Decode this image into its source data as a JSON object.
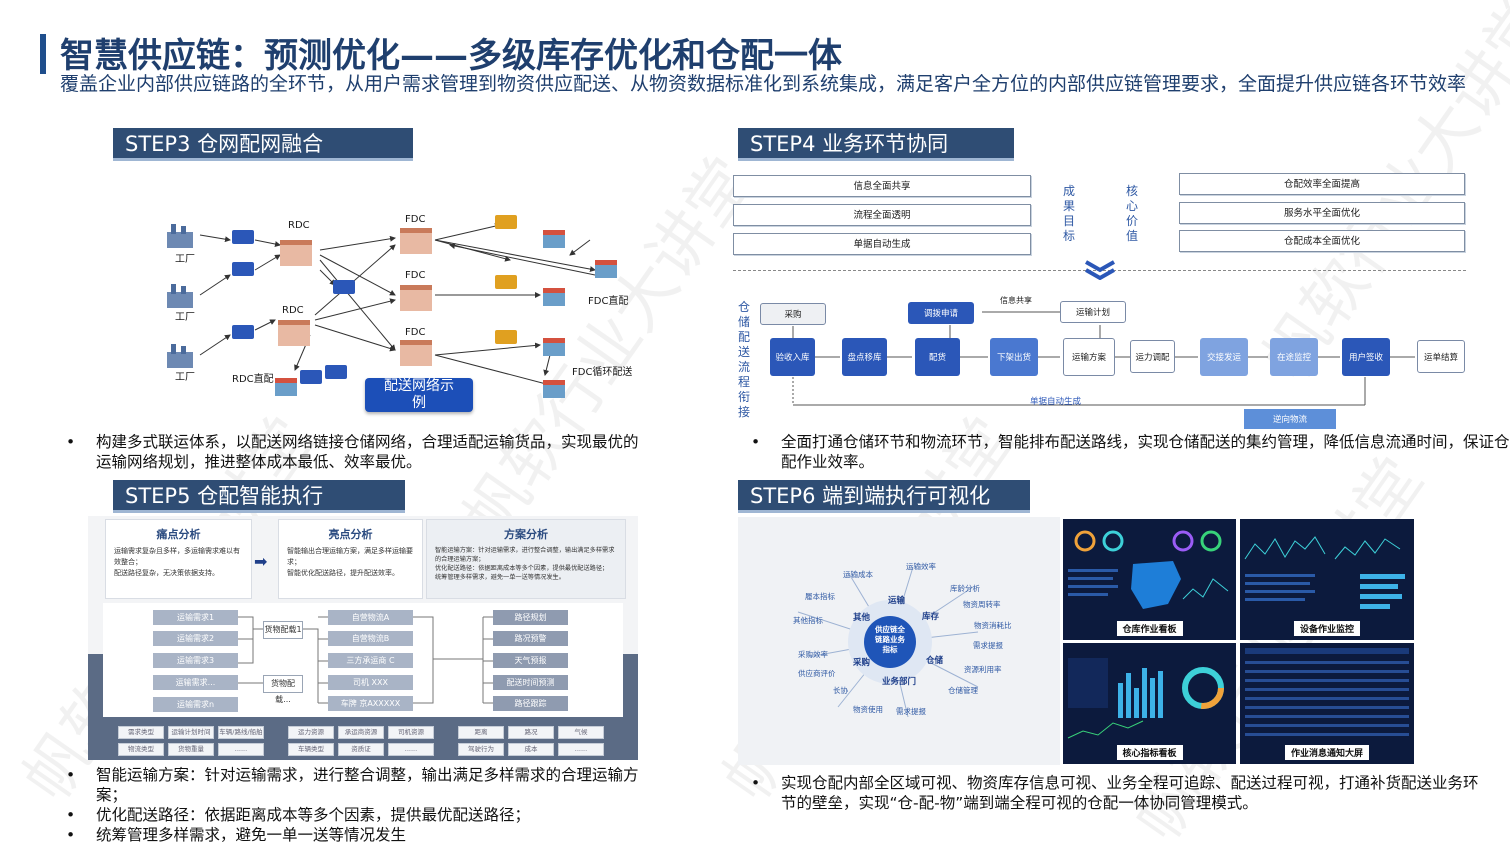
{
  "page": {
    "title": "智慧供应链：预测优化——多级库存优化和仓配一体",
    "subtitle": "覆盖企业内部供应链路的全环节，从用户需求管理到物资供应配送、从物资数据标准化到系统集成，满足客户全方位的内部供应链管理要求，全面提升供应链各环节效率"
  },
  "watermark": {
    "texts": [
      "帆软行业大讲堂",
      "帆软行业大讲堂",
      "帆软行业大讲堂",
      "帆软行业大讲堂",
      "帆软行业大讲堂"
    ]
  },
  "step3": {
    "heading": "STEP3 仓网配网融合",
    "nodes": {
      "rdc1": "RDC",
      "rdc2": "RDC",
      "fdc1": "FDC",
      "fdc2": "FDC",
      "fdc3": "FDC",
      "factory1": "工厂",
      "factory2": "工厂",
      "factory3": "工厂",
      "rdc_direct": "RDC直配",
      "fdc_direct": "FDC直配",
      "fdc_loop": "FDC循环配送"
    },
    "badge": "配送网络示例",
    "bullets": [
      "构建多式联运体系，以配送网络链接仓储网络，合理适配运输货品，实现最优的运输网络规划，推进整体成本最低、效率最优。"
    ]
  },
  "step4": {
    "heading": "STEP4 业务环节协同",
    "left_boxes": [
      "信息全面共享",
      "流程全面透明",
      "单据自动生成"
    ],
    "right_boxes": [
      "仓配效率全面提高",
      "服务水平全面优化",
      "仓配成本全面优化"
    ],
    "label_results": "成果目标",
    "label_value": "核心价值",
    "side_label": "仓储配送流程衔接",
    "flow": {
      "purchase": "采购",
      "transfer_apply": "调拨申请",
      "info_share": "信息共享",
      "transport_plan": "运输计划",
      "receive": "验收入库",
      "inventory": "盘点移库",
      "allocate": "配货",
      "ship": "下架出货",
      "transport_scheme": "运输方案",
      "dispatch": "运力调配",
      "handover": "交接发运",
      "monitor": "在途监控",
      "user_sign": "用户签收",
      "settle": "运单结算",
      "doc_auto": "单据自动生成",
      "reverse": "逆向物流"
    },
    "bullets": [
      "全面打通仓储环节和物流环节，智能排布配送路线，实现仓储配送的集约管理，降低信息流通时间，保证仓配作业效率。"
    ]
  },
  "step5": {
    "heading": "STEP5 仓配智能执行",
    "panels": [
      {
        "title": "痛点分析",
        "items": [
          "运输需求复杂且多样，多运输需求难以有效整合；",
          "配送路径复杂，无决策依据支持。"
        ]
      },
      {
        "title": "亮点分析",
        "items": [
          "智能输出合理运输方案，满足多样运输要求；",
          "智能优化配送路径，提升配送效率。"
        ]
      },
      {
        "title": "方案分析",
        "items": [
          "智能运输方案：针对运输需求，进行整合调整，输出满足多样需求的合理运输方案；",
          "优化配送路径：依据距离成本等多个因素，提供最优配送路径；",
          "统筹管理多样需求，避免一单一送等情况发生。"
        ]
      }
    ],
    "demands": [
      "运输需求1",
      "运输需求2",
      "运输需求3",
      "运输需求...",
      "运输需求n"
    ],
    "cargo": [
      "货物配载1",
      "货物配载..."
    ],
    "carriers": [
      "自营物流A",
      "自营物流B",
      "三方承运商 C",
      "司机 XXX",
      "车牌 京AXXXXX"
    ],
    "outputs": [
      "路径规划",
      "路况预警",
      "天气预报",
      "配送时间预测",
      "路径跟踪"
    ],
    "factors_row1": [
      "需求类型",
      "运输计划时间",
      "车辆/路线/船舶",
      "运力资源",
      "承运商资源",
      "司机资源",
      "距离",
      "路况",
      "气候"
    ],
    "factors_row2": [
      "物流类型",
      "货物重量",
      "......",
      "车辆类型",
      "资质证",
      "......",
      "驾驶行为",
      "成本",
      "......"
    ],
    "bullets": [
      "智能运输方案：针对运输需求，进行整合调整，输出满足多样需求的合理运输方案；",
      "优化配送路径：依据距离成本等多个因素，提供最优配送路径；",
      "统筹管理多样需求，避免一单一送等情况发生"
    ]
  },
  "step6": {
    "heading": "STEP6 端到端执行可视化",
    "center": "供应链全链路业务指标",
    "ring": [
      "运输",
      "库存",
      "仓储",
      "业务部门",
      "采购",
      "其他"
    ],
    "branches": [
      "运输效率",
      "运输成本",
      "库龄分析",
      "物资周转率",
      "物资消耗比",
      "需求提报",
      "资源利用率",
      "仓储管理",
      "需求提报",
      "物资使用",
      "长协",
      "供应商评价",
      "采购效率",
      "其他指标",
      "履本指标"
    ],
    "dashboards": [
      "仓库作业看板",
      "设备作业监控",
      "核心指标看板",
      "作业消息通知大屏"
    ],
    "bullets": [
      "实现仓配内部全区域可视、物资库存信息可视、业务全程可追踪、配送过程可视，打通补货配送业务环节的壁垒，实现“仓-配-物”端到端全程可视的仓配一体协同管理模式。"
    ]
  },
  "colors": {
    "primary": "#2f4d74",
    "accent": "#2b57b8",
    "title": "#1f3f6e"
  }
}
